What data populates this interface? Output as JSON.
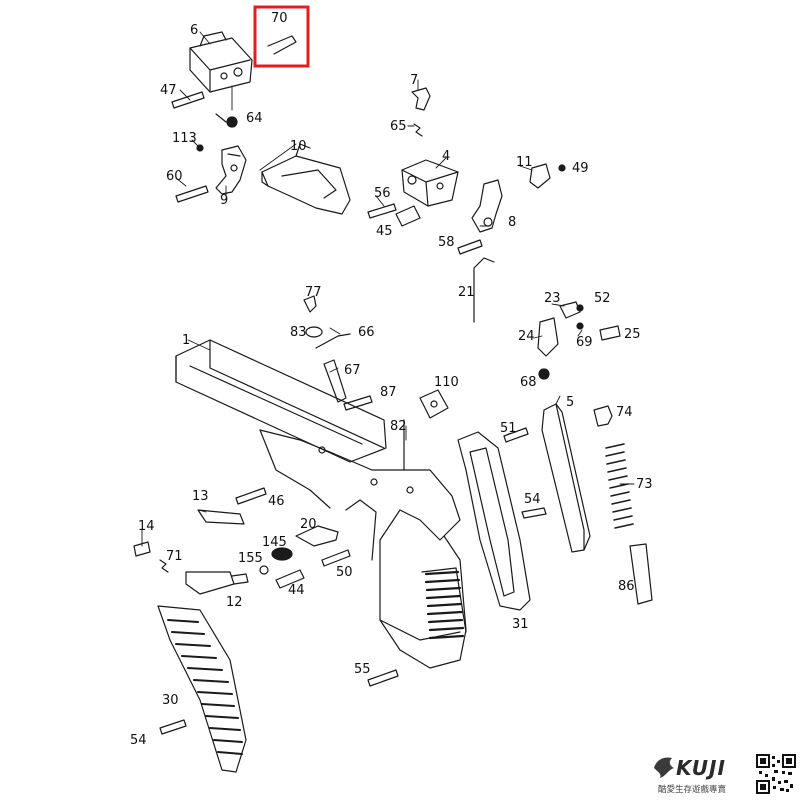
{
  "diagram": {
    "labels": [
      {
        "id": "1",
        "text": "1"
      },
      {
        "id": "4",
        "text": "4"
      },
      {
        "id": "5",
        "text": "5"
      },
      {
        "id": "6",
        "text": "6"
      },
      {
        "id": "7",
        "text": "7"
      },
      {
        "id": "8",
        "text": "8"
      },
      {
        "id": "9",
        "text": "9"
      },
      {
        "id": "10",
        "text": "10"
      },
      {
        "id": "11",
        "text": "11"
      },
      {
        "id": "12",
        "text": "12"
      },
      {
        "id": "13",
        "text": "13"
      },
      {
        "id": "14",
        "text": "14"
      },
      {
        "id": "20",
        "text": "20"
      },
      {
        "id": "21",
        "text": "21"
      },
      {
        "id": "23",
        "text": "23"
      },
      {
        "id": "24",
        "text": "24"
      },
      {
        "id": "25",
        "text": "25"
      },
      {
        "id": "30",
        "text": "30"
      },
      {
        "id": "31",
        "text": "31"
      },
      {
        "id": "44",
        "text": "44"
      },
      {
        "id": "45",
        "text": "45"
      },
      {
        "id": "46",
        "text": "46"
      },
      {
        "id": "47",
        "text": "47"
      },
      {
        "id": "49",
        "text": "49"
      },
      {
        "id": "50",
        "text": "50"
      },
      {
        "id": "51",
        "text": "51"
      },
      {
        "id": "52",
        "text": "52"
      },
      {
        "id": "54a",
        "text": "54"
      },
      {
        "id": "54b",
        "text": "54"
      },
      {
        "id": "55",
        "text": "55"
      },
      {
        "id": "56",
        "text": "56"
      },
      {
        "id": "58",
        "text": "58"
      },
      {
        "id": "60",
        "text": "60"
      },
      {
        "id": "64",
        "text": "64"
      },
      {
        "id": "65",
        "text": "65"
      },
      {
        "id": "66",
        "text": "66"
      },
      {
        "id": "67",
        "text": "67"
      },
      {
        "id": "68",
        "text": "68"
      },
      {
        "id": "69",
        "text": "69"
      },
      {
        "id": "70",
        "text": "70"
      },
      {
        "id": "71",
        "text": "71"
      },
      {
        "id": "73",
        "text": "73"
      },
      {
        "id": "74",
        "text": "74"
      },
      {
        "id": "77",
        "text": "77"
      },
      {
        "id": "82",
        "text": "82"
      },
      {
        "id": "83",
        "text": "83"
      },
      {
        "id": "86",
        "text": "86"
      },
      {
        "id": "87",
        "text": "87"
      },
      {
        "id": "110",
        "text": "110"
      },
      {
        "id": "113",
        "text": "113"
      },
      {
        "id": "145",
        "text": "145"
      },
      {
        "id": "155",
        "text": "155"
      }
    ],
    "highlight": {
      "label_id": "70",
      "color": "#e0201c"
    }
  },
  "branding": {
    "name": "KUJI",
    "tagline": "酷愛生存遊戲專賣",
    "qr": "qr-code"
  },
  "colors": {
    "line": "#1a1a1a",
    "highlight": "#e0201c"
  }
}
